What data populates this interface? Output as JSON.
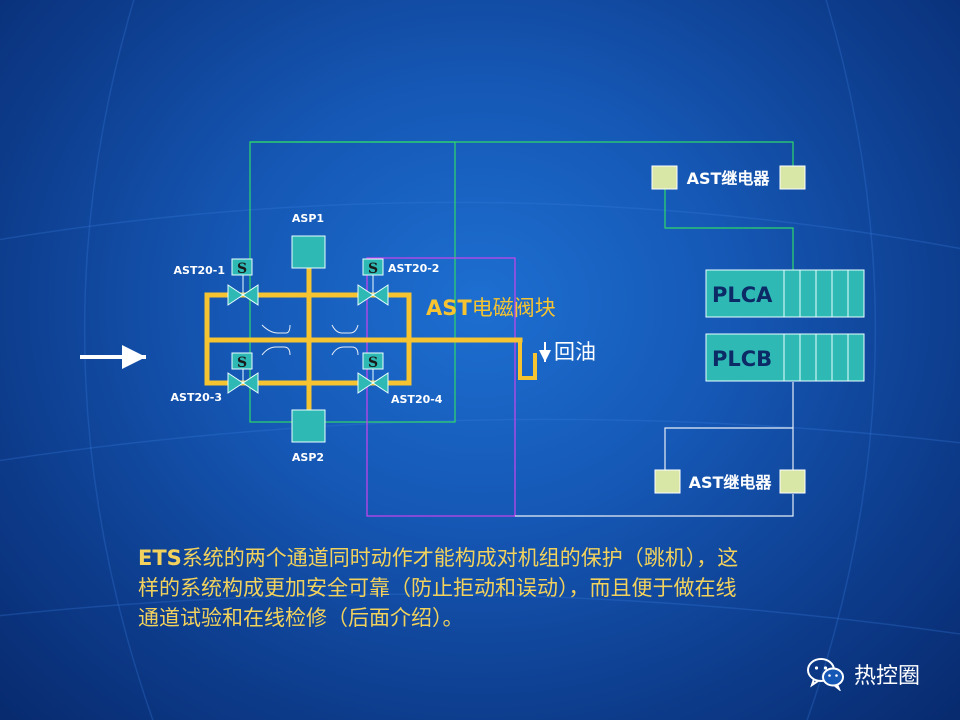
{
  "diagram": {
    "asp1_label": "ASP1",
    "asp2_label": "ASP2",
    "ast20_1_label": "AST20-1",
    "ast20_2_label": "AST20-2",
    "ast20_3_label": "AST20-3",
    "ast20_4_label": "AST20-4",
    "solenoid_label": "S",
    "block_label_latin": "AST",
    "block_label_cn": "电磁阀块",
    "return_label": "回油",
    "relay_top_label": "AST继电器",
    "relay_bottom_label": "AST继电器",
    "plca_label": "PLCA",
    "plcb_label": "PLCB"
  },
  "description": {
    "line1_strong": "ETS",
    "line1_rest": "系统的两个通道同时动作才能构成对机组的保护（跳机），这",
    "line2": "样的系统构成更加安全可靠（防止拒动和误动），而且便于做在线",
    "line3": "通道试验和在线检修（后面介绍）。"
  },
  "watermark": {
    "text": "热控圈",
    "icon": "wechat-icon"
  },
  "colors": {
    "background": "#1557b4",
    "pipe": "#f5c430",
    "green_wire": "#2fd86a",
    "magenta_wire": "#cc44ee",
    "box_fill": "#2fb9b5",
    "relay_terminal": "#d9e7a6",
    "text_yellow": "#f2d25c"
  }
}
